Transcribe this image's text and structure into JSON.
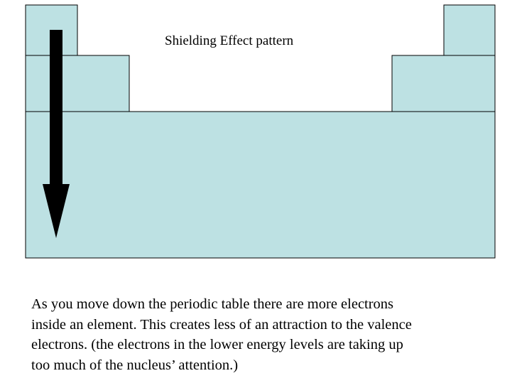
{
  "diagram": {
    "title": "Shielding Effect pattern",
    "fill_color": "#bde1e3",
    "arrow_color": "#000000",
    "arrow_direction": "down"
  },
  "caption": {
    "lines": [
      "As you move down the periodic table there are more electrons",
      "inside an element.  This creates less of an attraction to the valence",
      "electrons.  (the electrons in the lower energy levels are taking up",
      "too much of the nucleus’ attention.)"
    ]
  }
}
